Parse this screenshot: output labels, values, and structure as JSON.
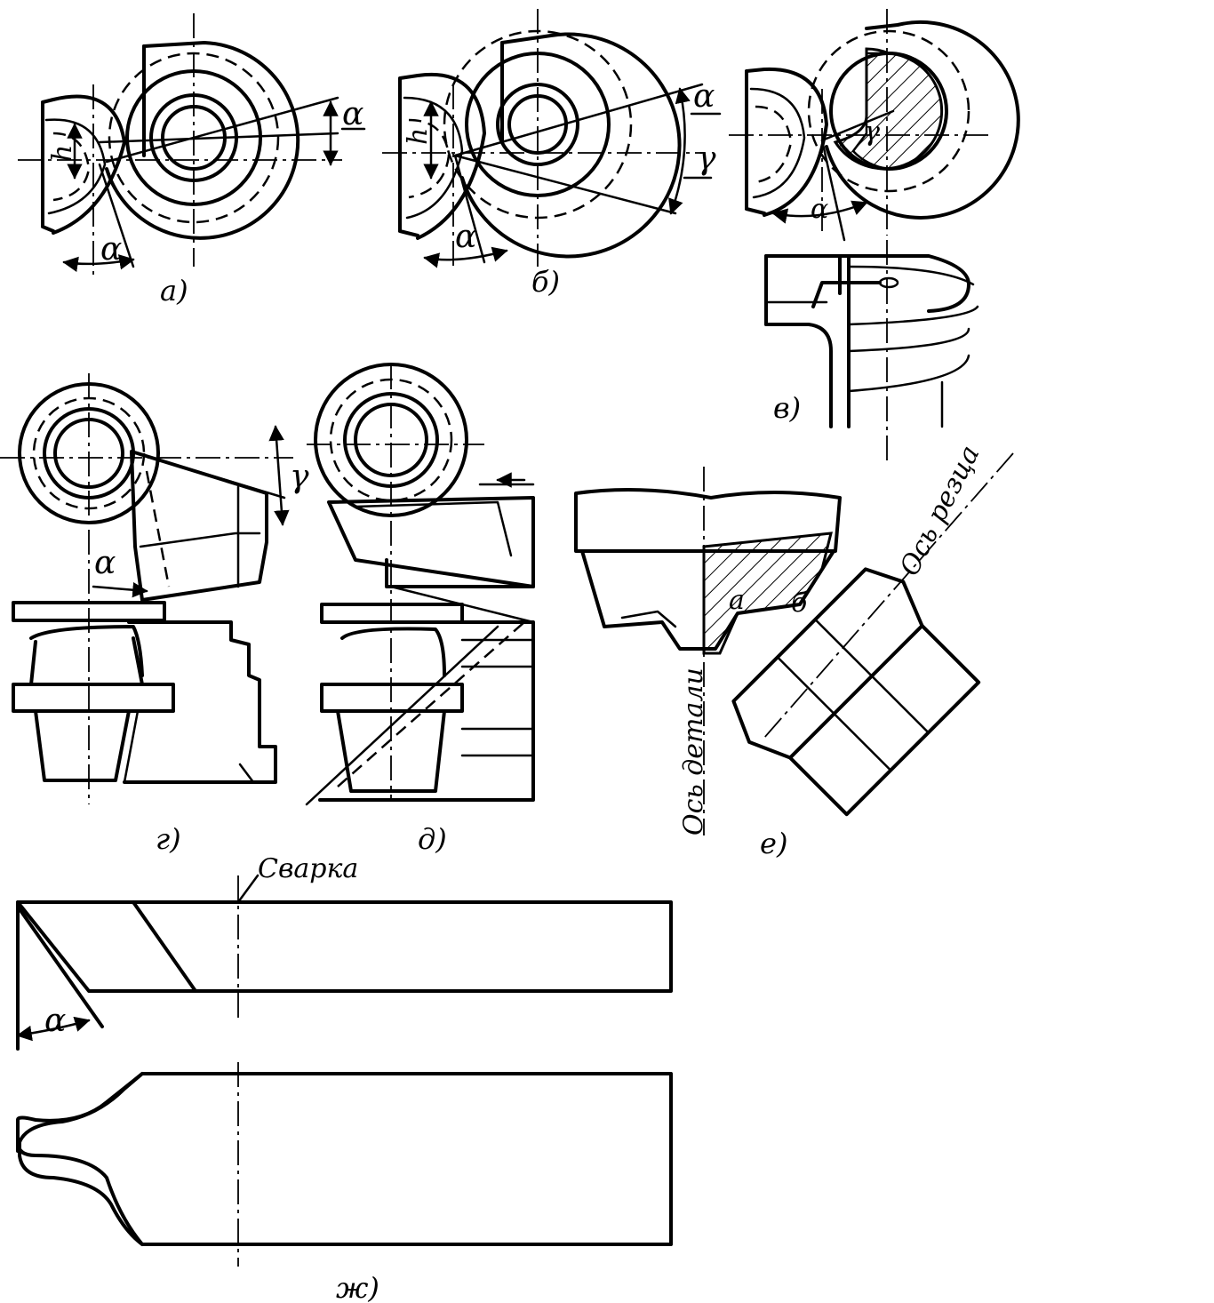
{
  "figure": {
    "panel_labels": [
      "а)",
      "б)",
      "в)",
      "г)",
      "д)",
      "е)",
      "ж)"
    ],
    "symbols": {
      "alpha": "α",
      "gamma": "γ",
      "h": "h"
    },
    "texts": {
      "part_axis": "Ось детали",
      "cutter_axis": "Ось резца",
      "welding": "Сварка",
      "point_a": "а",
      "point_b": "б"
    }
  }
}
